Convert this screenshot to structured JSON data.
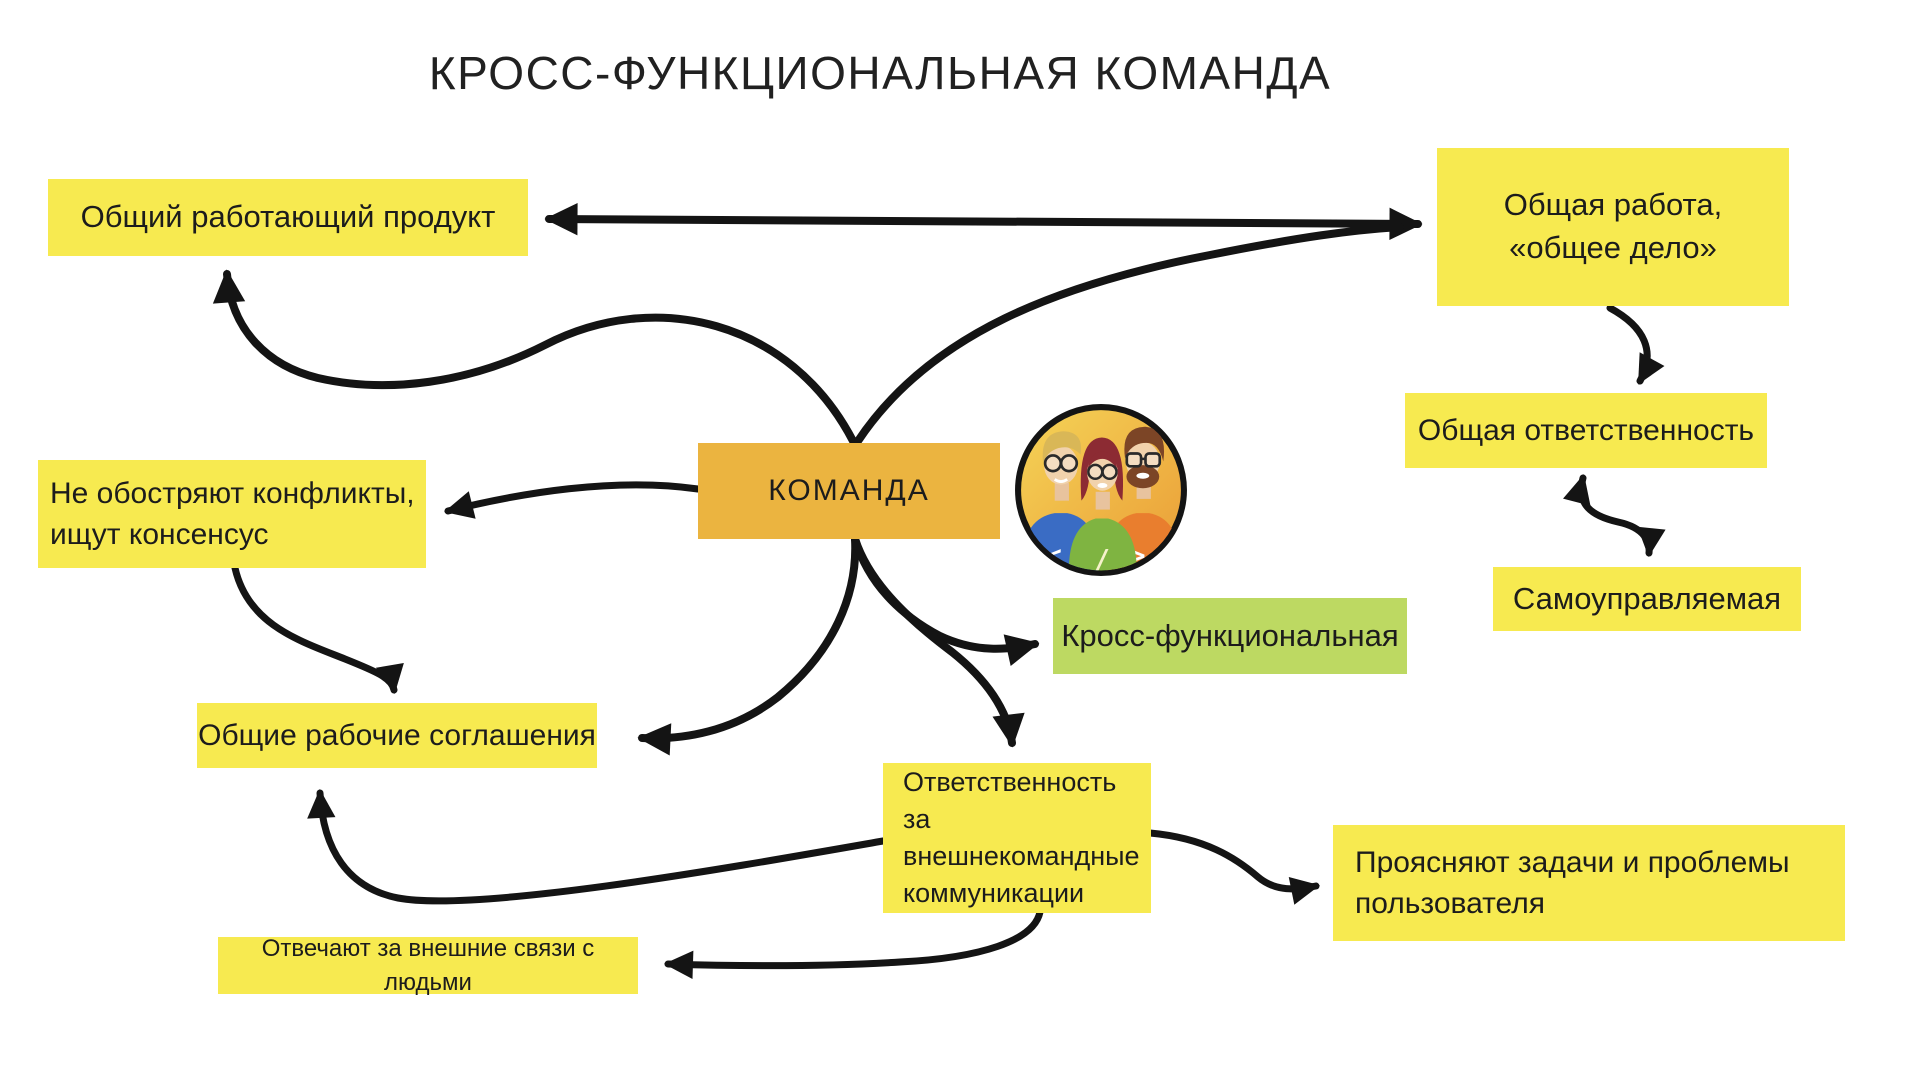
{
  "title": "КРОСС-ФУНКЦИОНАЛЬНАЯ КОМАНДА",
  "colors": {
    "note_yellow": "#F7EA50",
    "center_orange": "#EBB440",
    "accent_green": "#BDD962",
    "arrow_black": "#141414",
    "text": "#1C1C1C"
  },
  "center": {
    "label": "КОМАНДА"
  },
  "avatar": {
    "shirt_symbols": [
      "<",
      "/",
      ">"
    ]
  },
  "nodes": {
    "product": {
      "text": "Общий работающий продукт"
    },
    "rabota": {
      "line1": "Общая работа,",
      "line2": "«общее дело»"
    },
    "otvetstvennost": {
      "text": "Общая ответственность"
    },
    "samoupravlyaemaya": {
      "text": "Самоуправляемая"
    },
    "konflikty": {
      "line1": "Не обостряют конфликты,",
      "line2": "ищут консенсус"
    },
    "soglasheniya": {
      "text": "Общие рабочие соглашения"
    },
    "kross": {
      "text": "Кросс-функциональная"
    },
    "vneshnekomandnye": {
      "line1": "Ответственность за",
      "line2": "внешнекомандные",
      "line3": "коммуникации"
    },
    "proyasnyayut": {
      "line1": "Проясняют задачи и проблемы",
      "line2": "пользователя"
    },
    "otvechayut": {
      "text": "Отвечают за внешние связи с людьми"
    }
  }
}
